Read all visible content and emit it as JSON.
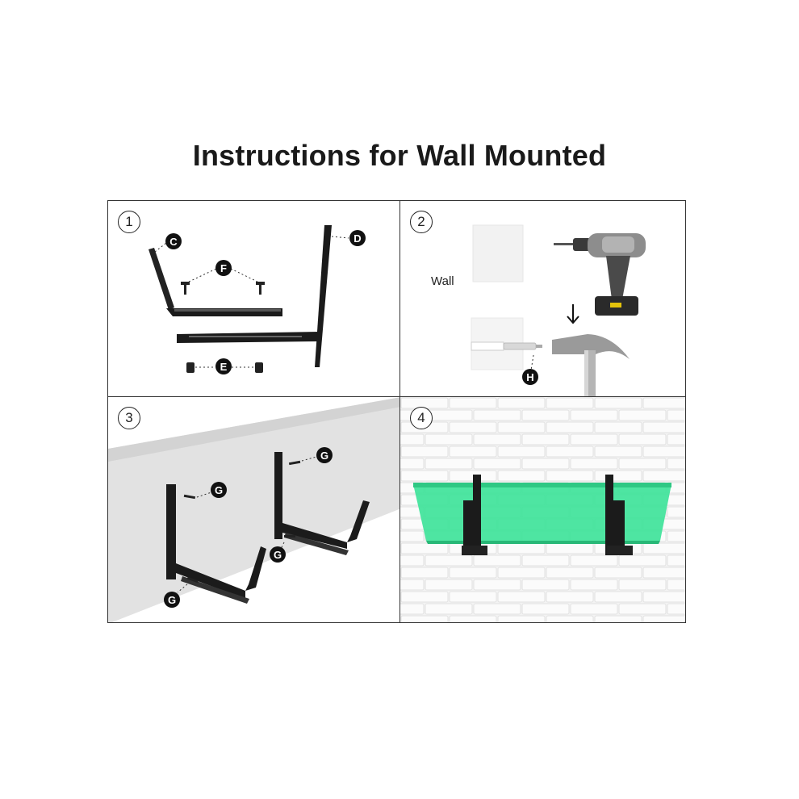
{
  "title": "Instructions for Wall Mounted",
  "steps": [
    {
      "number": "1",
      "labels": {
        "c": "C",
        "d": "D",
        "f": "F",
        "e": "E"
      }
    },
    {
      "number": "2",
      "wall_label": "Wall",
      "labels": {
        "h": "H"
      }
    },
    {
      "number": "3",
      "labels": {
        "g": "G"
      }
    },
    {
      "number": "4"
    }
  ],
  "colors": {
    "bracket": "#1b1b1b",
    "planter": "#3fe39a",
    "wall": "#e4e4e4"
  }
}
